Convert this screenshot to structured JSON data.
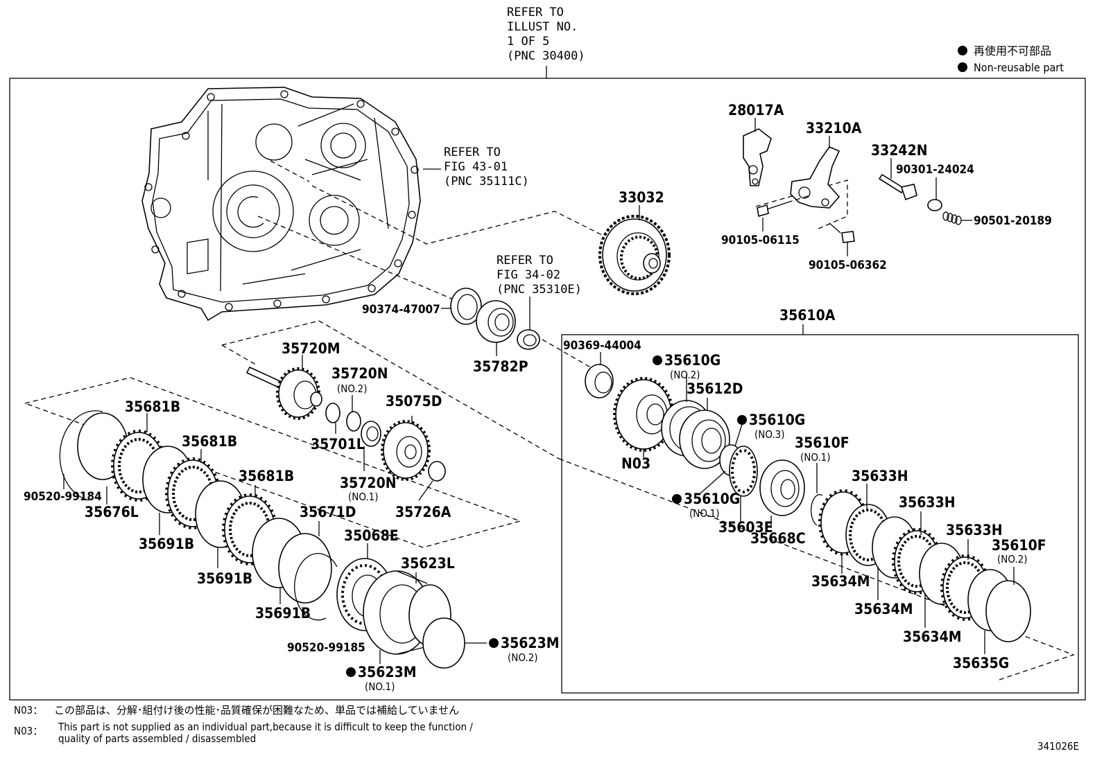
{
  "legend": {
    "jp": "再使用不可部品",
    "en": "Non-reusable part"
  },
  "refs": {
    "illust": [
      "REFER TO",
      "ILLUST NO.",
      "1 OF 5",
      "(PNC 30400)"
    ],
    "fig43": [
      "REFER TO",
      "FIG 43-01",
      "(PNC 35111C)"
    ],
    "fig34": [
      "REFER TO",
      "FIG 34-02",
      "(PNC 35310E)"
    ]
  },
  "parts": {
    "p28017A": "28017A",
    "p33210A": "33210A",
    "p33242N": "33242N",
    "p90301_24024": "90301-24024",
    "p90501_20189": "90501-20189",
    "p90105_06115": "90105-06115",
    "p90105_06362": "90105-06362",
    "p33032": "33032",
    "p90374_47007": "90374-47007",
    "p35782P": "35782P",
    "p35610A": "35610A",
    "p90369_44004": "90369-44004",
    "p35610G_a": "35610G",
    "p35610G_a_sub": "(NO.2)",
    "p35612D": "35612D",
    "p35610G_b": "35610G",
    "p35610G_b_sub": "(NO.3)",
    "p35610F_a": "35610F",
    "p35610F_a_sub": "(NO.1)",
    "pN03": "N03",
    "p35610G_c": "35610G",
    "p35610G_c_sub": "(NO.1)",
    "p35603E": "35603E",
    "p35668C": "35668C",
    "p35633H_a": "35633H",
    "p35633H_b": "35633H",
    "p35633H_c": "35633H",
    "p35610F_b": "35610F",
    "p35610F_b_sub": "(NO.2)",
    "p35634M_a": "35634M",
    "p35634M_b": "35634M",
    "p35634M_c": "35634M",
    "p35635G": "35635G",
    "p35720M": "35720M",
    "p35720N_a": "35720N",
    "p35720N_a_sub": "(NO.2)",
    "p35075D": "35075D",
    "p35701L": "35701L",
    "p35720N_b": "35720N",
    "p35720N_b_sub": "(NO.1)",
    "p35726A": "35726A",
    "p35681B_a": "35681B",
    "p35681B_b": "35681B",
    "p35681B_c": "35681B",
    "p90520_99184": "90520-99184",
    "p35676L": "35676L",
    "p35691B_a": "35691B",
    "p35691B_b": "35691B",
    "p35691B_c": "35691B",
    "p35671D": "35671D",
    "p35068E": "35068E",
    "p35623L": "35623L",
    "p90520_99185": "90520-99185",
    "p35623M_a": "35623M",
    "p35623M_a_sub": "(NO.2)",
    "p35623M_b": "35623M",
    "p35623M_b_sub": "(NO.1)"
  },
  "footnotes": {
    "jp_tag": "N03：",
    "jp_text": "この部品は、分解･組付け後の性能･品質確保が困難なため、単品では補給していません",
    "en_tag": "N03：",
    "en_line1": "This part is not supplied as an individual part,because it is difficult to keep the function /",
    "en_line2": "quality of parts assembled / disassembled"
  },
  "illustration_id": "341026E",
  "colors": {
    "ink": "#000000",
    "paper": "#ffffff"
  }
}
